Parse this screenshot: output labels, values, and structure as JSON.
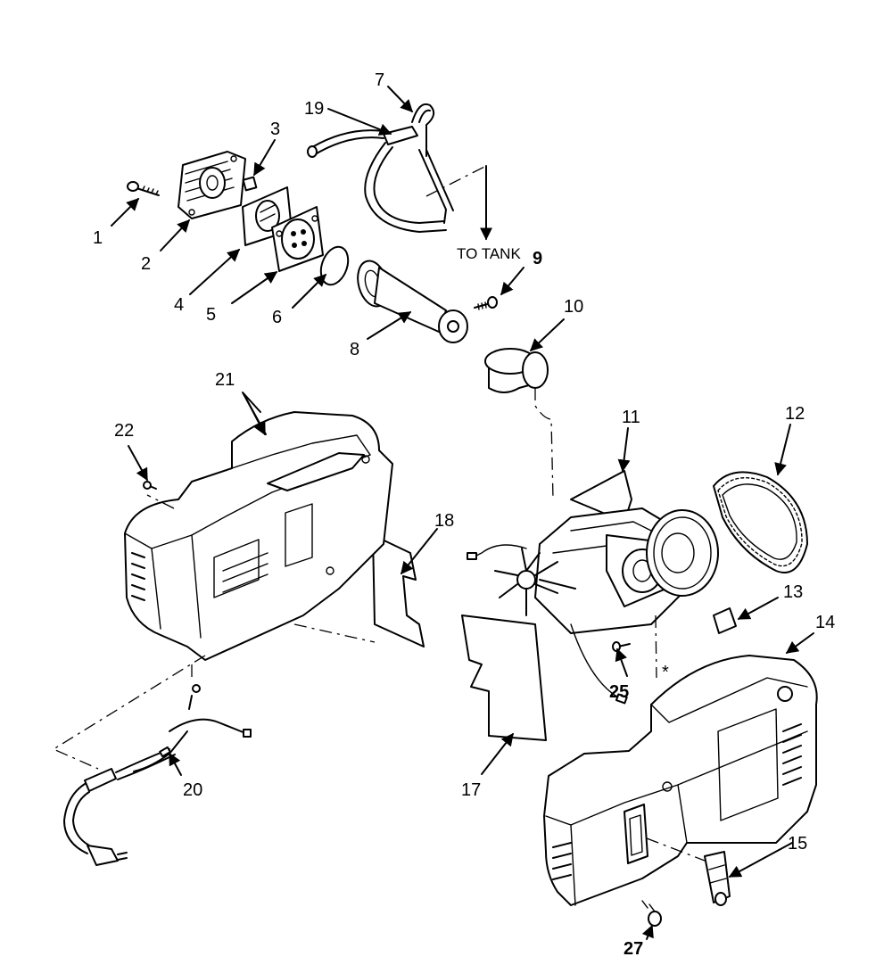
{
  "callouts": {
    "c1": "1",
    "c2": "2",
    "c3": "3",
    "c4": "4",
    "c5": "5",
    "c6": "6",
    "c7": "7",
    "c8": "8",
    "c9": "9",
    "c10": "10",
    "c11": "11",
    "c12": "12",
    "c13": "13",
    "c14": "14",
    "c15": "15",
    "c17": "17",
    "c18": "18",
    "c19": "19",
    "c20": "20",
    "c21": "21",
    "c22": "22",
    "c25": "25",
    "c27": "27"
  },
  "notes": {
    "to_tank": "TO TANK",
    "asterisk": "*"
  }
}
